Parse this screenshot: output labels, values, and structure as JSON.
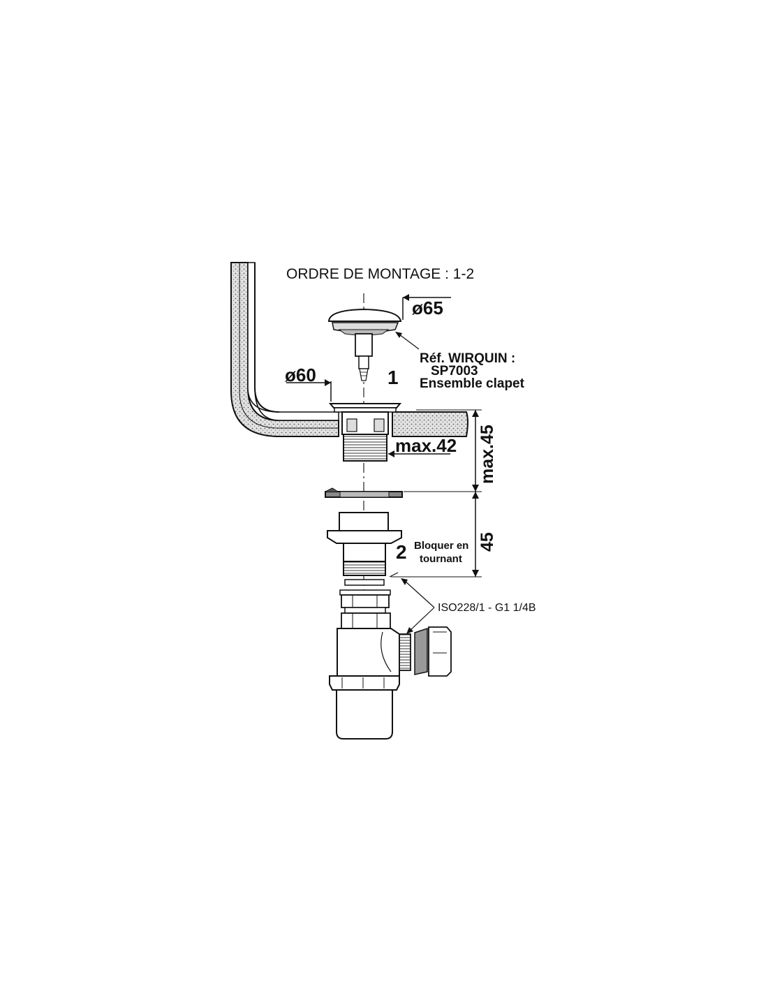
{
  "diagram": {
    "title": "ORDRE DE MONTAGE : 1-2",
    "dim_cap_diameter": "ø65",
    "dim_body_diameter": "ø60",
    "ref_line1": "Réf. WIRQUIN :",
    "ref_line2": "SP7003",
    "ref_line3": "Ensemble clapet",
    "step1": "1",
    "step2": "2",
    "step2_note_line1": "Bloquer en",
    "step2_note_line2": "tournant",
    "dim_thread_max": "max.42",
    "dim_height_max": "max.45",
    "dim_height": "45",
    "thread_spec": "ISO228/1 - G1 1/4B"
  },
  "colors": {
    "ink": "#111111",
    "stipple": "#c9c9c9",
    "part_fill": "#ffffff",
    "gasket": "#8a8a8a"
  }
}
